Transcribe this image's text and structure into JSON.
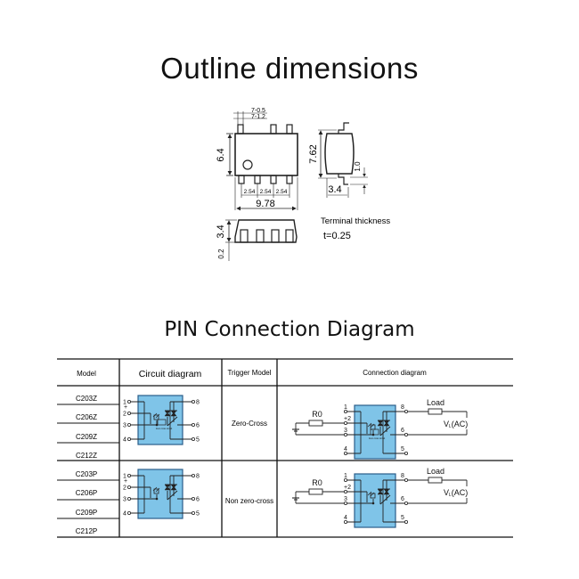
{
  "titles": {
    "outline": "Outline dimensions",
    "pin": "PIN Connection Diagram"
  },
  "outline": {
    "top_view": {
      "lead_width_label": "7-0.5",
      "lead_pitch_label": "7-1.2",
      "body_width": "6.4",
      "pin_pitch": [
        "2.54",
        "2.54",
        "2.54"
      ],
      "body_length": "9.78"
    },
    "side_view": {
      "lead_span": "7.62",
      "height_label": "1.0",
      "body_height": "3.4"
    },
    "front_view": {
      "body_height": "3.4",
      "standoff": "0.2"
    },
    "terminal_note": {
      "label": "Terminal thickness",
      "value": "t=0.25"
    }
  },
  "table": {
    "headers": {
      "model": "Model",
      "circuit": "Circuit diagram",
      "trigger": "Trigger Model",
      "connection": "Connection diagram"
    },
    "groups": [
      {
        "models": [
          "C203Z",
          "C206Z",
          "C209Z",
          "C212Z"
        ],
        "trigger": "Zero-Cross",
        "zero_cross_label": "Zero cross circuit"
      },
      {
        "models": [
          "C203P",
          "C206P",
          "C209P",
          "C212P"
        ],
        "trigger": "Non zero-cross",
        "zero_cross_label": ""
      }
    ],
    "pins": {
      "p1": "1",
      "p2": "2",
      "p3": "3",
      "p4": "4",
      "p5": "5",
      "p6": "6",
      "p8": "8",
      "plus": "+"
    },
    "connection": {
      "resistor": "R0",
      "load": "Load",
      "supply": "VL(AC)",
      "supply_main": "V",
      "supply_sub": "L",
      "supply_tail": "(AC)",
      "plus_pin": "+2"
    }
  },
  "colors": {
    "chip_fill": "#7fc4e8",
    "chip_stroke": "#2a5d8a",
    "line": "#222222"
  }
}
